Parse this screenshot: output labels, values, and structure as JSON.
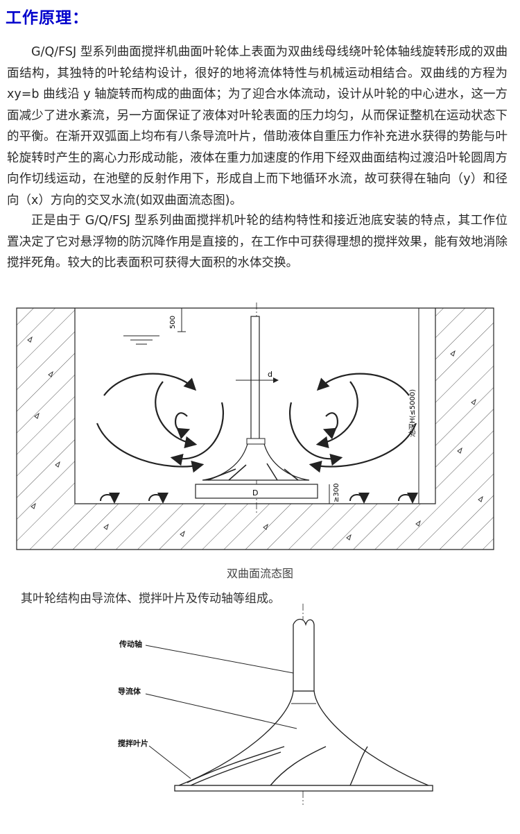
{
  "title": "工作原理：",
  "paragraphs": [
    "G/Q/FSJ 型系列曲面搅拌机曲面叶轮体上表面为双曲线母线绕叶轮体轴线旋转形成的双曲面结构，其独特的叶轮结构设计，很好的地将流体特性与机械运动相结合。双曲线的方程为 xy=b 曲线沿 y 轴旋转而构成的曲面体；为了迎合水体流动，设计从叶轮的中心进水，这一方面减少了进水紊流，另一方面保证了液体对叶轮表面的压力均匀，从而保证整机在运动状态下的平衡。在渐开双弧面上均布有八条导流叶片，借助液体自重压力作补充进水获得的势能与叶轮旋转时产生的离心力形成动能，液体在重力加速度的作用下经双曲面结构过渡沿叶轮圆周方向作切线运动，在池壁的反射作用下，形成自上而下地循环水流，故可获得在轴向（y）和径向（x）方向的交叉水流(如双曲面流态图)。",
    "正是由于 G/Q/FSJ 型系列曲面搅拌机叶轮的结构特性和接近池底安装的特点，其工作位置决定了它对悬浮物的防沉降作用是直接的，在工作中可获得理想的搅拌效果，能有效地消除搅拌死角。较大的比表面积可获得大面积的水体交换。"
  ],
  "diagram1": {
    "dim_top": "500",
    "dim_d": "d",
    "dim_D": "D",
    "dim_bottom": "≥300",
    "dim_height": "池深H(≤5000)",
    "caption": "双曲面流态图"
  },
  "diagram2": {
    "intro": "其叶轮结构由导流体、搅拌叶片及传动轴等组成。",
    "label_shaft": "传动轴",
    "label_guide": "导流体",
    "label_blade": "搅拌叶片"
  }
}
